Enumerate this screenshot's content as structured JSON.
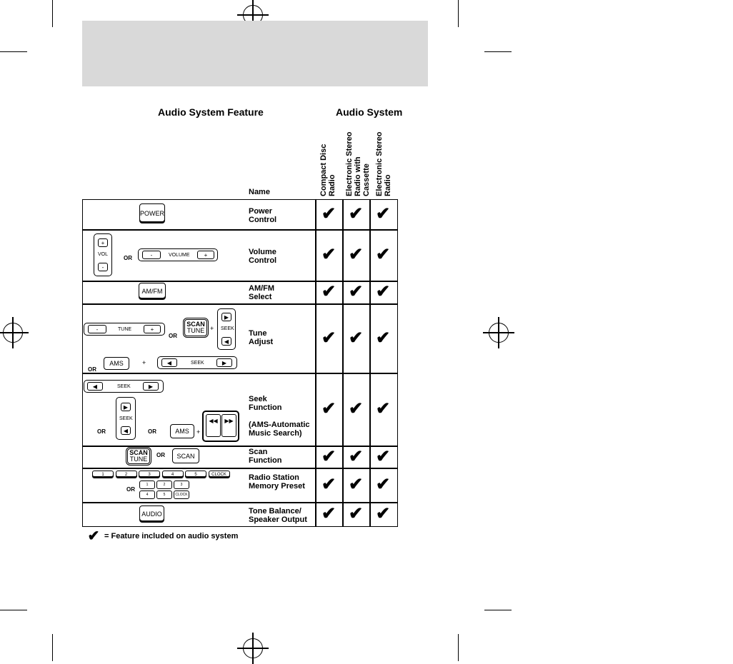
{
  "header": {
    "feature_heading": "Audio System Feature",
    "system_heading": "Audio System",
    "name_col": "Name",
    "systems": [
      "Compact Disc\nRadio",
      "Electronic Stereo\nRadio with\nCassette",
      "Electronic Stereo\nRadio"
    ]
  },
  "rows": [
    {
      "name": "Power\nControl",
      "button": "POWER"
    },
    {
      "name": "Volume\nControl",
      "vol": "VOL",
      "volume": "VOLUME",
      "minus": "-",
      "plus": "+"
    },
    {
      "name": "AM/FM\nSelect",
      "button": "AM/FM"
    },
    {
      "name": "Tune\nAdjust",
      "tune": "TUNE",
      "scan": "SCAN",
      "scan_tune": "TUNE",
      "seek": "SEEK",
      "ams": "AMS"
    },
    {
      "name": "Seek\nFunction\n\n(AMS-Automatic\nMusic Search)",
      "seek": "SEEK",
      "ams": "AMS"
    },
    {
      "name": "Scan\nFunction",
      "scan": "SCAN",
      "scan_tune": "TUNE",
      "scan2": "SCAN"
    },
    {
      "name": "Radio Station\nMemory Preset",
      "presets": [
        "1",
        "2",
        "3",
        "4",
        "5",
        "CLOCK"
      ],
      "presets2": [
        "1",
        "2",
        "3",
        "4",
        "5",
        "CLOCK"
      ]
    },
    {
      "name": "Tone Balance/\nSpeaker Output",
      "button": "AUDIO"
    }
  ],
  "or_text": "OR",
  "plus_text": "+",
  "check_glyph": "✔",
  "legend": "= Feature included on audio system"
}
